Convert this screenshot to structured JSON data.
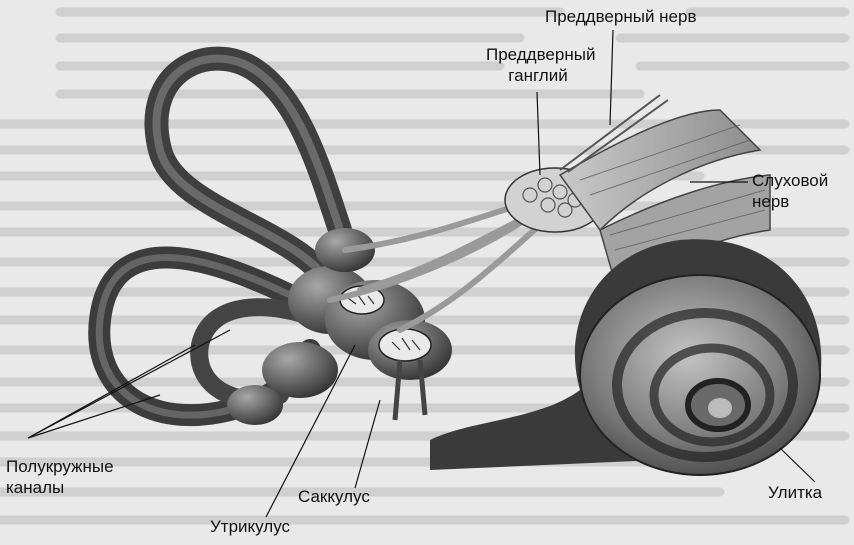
{
  "labels": {
    "vestibular_nerve": "Преддверный нерв",
    "vestibular_ganglion_line1": "Преддверный",
    "vestibular_ganglion_line2": "ганглий",
    "auditory_nerve_line1": "Слуховой",
    "auditory_nerve_line2": "нерв",
    "semicircular_canals_line1": "Полукружные",
    "semicircular_canals_line2": "каналы",
    "saccule": "Саккулус",
    "utricle": "Утрикулус",
    "cochlea": "Улитка"
  },
  "colors": {
    "paper": "#e9e9e9",
    "tissue_dark": "#4a4a4a",
    "tissue_mid": "#777777",
    "tissue_light": "#bdbdbd",
    "line": "#111111"
  }
}
